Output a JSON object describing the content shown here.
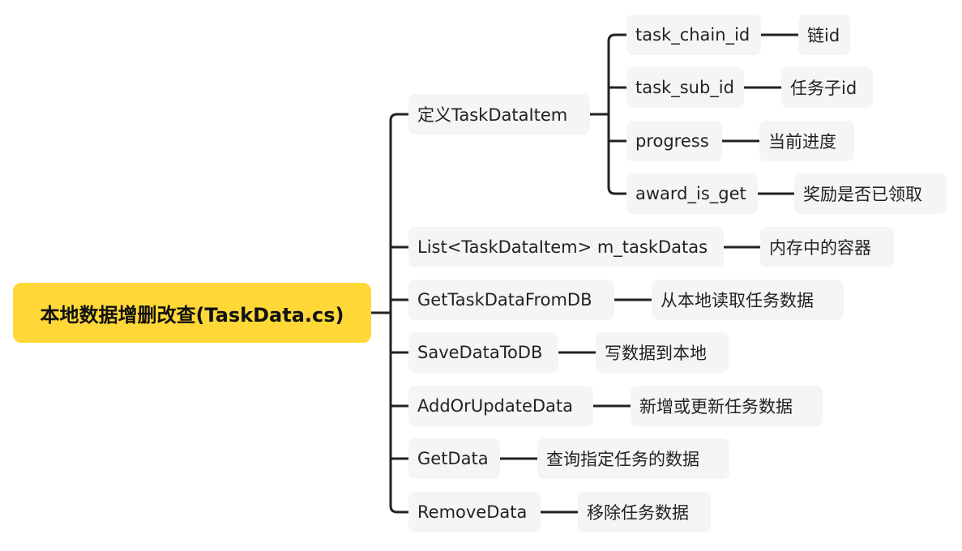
{
  "root": {
    "label": "本地数据增删改查(TaskData.cs)"
  },
  "branches": [
    {
      "label": "定义TaskDataItem",
      "children": [
        {
          "label": "task_chain_id",
          "note": "链id"
        },
        {
          "label": "task_sub_id",
          "note": "任务子id"
        },
        {
          "label": "progress",
          "note": "当前进度"
        },
        {
          "label": "award_is_get",
          "note": "奖励是否已领取"
        }
      ]
    },
    {
      "label": "List<TaskDataItem> m_taskDatas",
      "note": "内存中的容器"
    },
    {
      "label": "GetTaskDataFromDB",
      "note": "从本地读取任务数据"
    },
    {
      "label": "SaveDataToDB",
      "note": "写数据到本地"
    },
    {
      "label": "AddOrUpdateData",
      "note": "新增或更新任务数据"
    },
    {
      "label": "GetData",
      "note": "查询指定任务的数据"
    },
    {
      "label": "RemoveData",
      "note": "移除任务数据"
    }
  ],
  "colors": {
    "root": "#ffd838",
    "node": "#f5f5f5",
    "line": "#222222"
  }
}
